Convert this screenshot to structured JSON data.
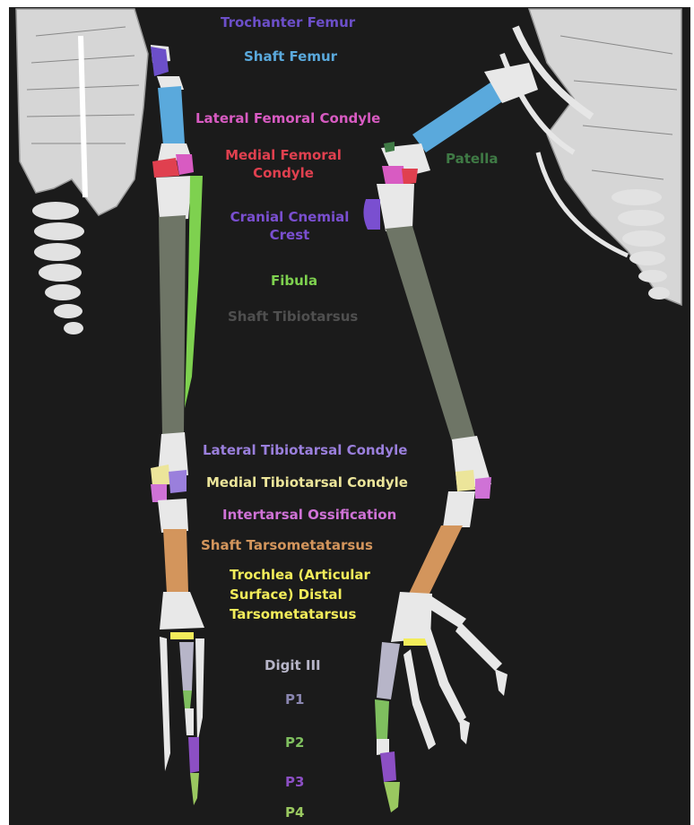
{
  "labels": {
    "trochanter_femur": "Trochanter Femur",
    "shaft_femur": "Shaft Femur",
    "lateral_femoral_condyle": "Lateral Femoral Condyle",
    "medial_femoral_condyle_1": "Medial Femoral",
    "medial_femoral_condyle_2": "Condyle",
    "cranial_cnemial_crest_1": "Cranial Cnemial",
    "cranial_cnemial_crest_2": "Crest",
    "patella": "Patella",
    "fibula": "Fibula",
    "shaft_tibiotarsus": "Shaft Tibiotarsus",
    "lateral_tibiotarsal_condyle": "Lateral Tibiotarsal Condyle",
    "medial_tibiotarsal_condyle": "Medial Tibiotarsal Condyle",
    "intertarsal_ossification": "Intertarsal Ossification",
    "shaft_tarsometatarsus": "Shaft Tarsometatarsus",
    "trochlea_1": "Trochlea (Articular",
    "trochlea_2": "Surface) Distal",
    "trochlea_3": "Tarsometatarsus",
    "digit_iii": "Digit III",
    "p1": "P1",
    "p2": "P2",
    "p3": "P3",
    "p4": "P4"
  },
  "colors": {
    "background": "#1b1b1b",
    "bone": "#e8e8e8",
    "trochanter_femur": "#6c4fc9",
    "shaft_femur": "#5aa9dc",
    "lateral_femoral_condyle": "#d85bc2",
    "medial_femoral_condyle": "#e0404f",
    "cranial_cnemial_crest": "#7a4fd0",
    "patella": "#3f7a45",
    "fibula": "#7ed14f",
    "shaft_tibiotarsus": "#6e7566",
    "lateral_tibiotarsal_condyle": "#9a7fdc",
    "medial_tibiotarsal_condyle": "#ece59a",
    "intertarsal_ossification": "#cf72d6",
    "shaft_tarsometatarsus": "#d3955c",
    "trochlea": "#f2ec5a",
    "digit_iii": "#b7b5c8",
    "p1": "#8a86b0",
    "p2": "#7fbf5f",
    "p3": "#8c4fc4",
    "p4": "#9ac860"
  }
}
